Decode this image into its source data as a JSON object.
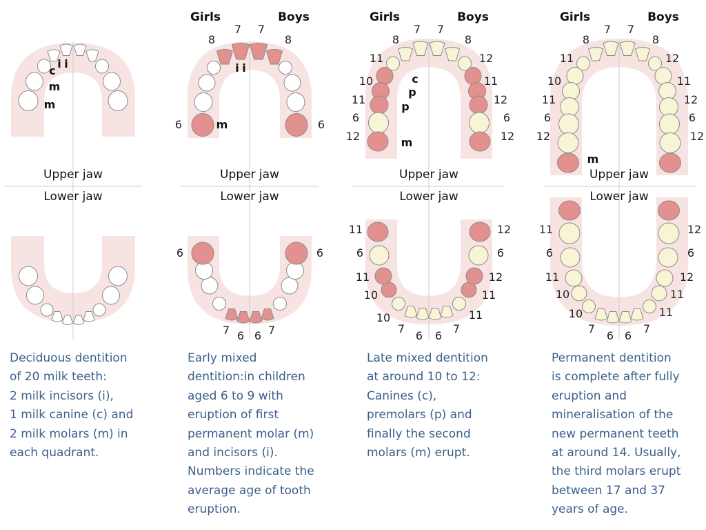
{
  "colors": {
    "tooth_white": "#ffffff",
    "tooth_cream": "#f7f5d6",
    "tooth_red": "#e3918f",
    "gum": "#f7e4e2",
    "outline": "#8a8a8a",
    "axis_line": "#cccccc",
    "description_text": "#3b5f8a"
  },
  "labels": {
    "girls": "Girls",
    "boys": "Boys",
    "upper_jaw": "Upper jaw",
    "lower_jaw": "Lower jaw"
  },
  "panels": [
    {
      "id": "deciduous",
      "show_headers": false,
      "upper_ages": [],
      "lower_ages": [],
      "tooth_letters": [
        "i",
        "i",
        "c",
        "m",
        "m"
      ],
      "description": [
        "Deciduous dentition",
        "of 20 milk teeth:",
        "2 milk incisors (i),",
        "1 milk canine (c) and",
        "2 milk molars (m) in",
        "each quadrant."
      ]
    },
    {
      "id": "early-mixed",
      "show_headers": true,
      "upper_ages": [
        "8",
        "7",
        "7",
        "8",
        "6",
        "6"
      ],
      "lower_ages": [
        "6",
        "6",
        "7",
        "6",
        "6",
        "7"
      ],
      "tooth_letters": [
        "i",
        "i",
        "m"
      ],
      "description": [
        "Early mixed",
        "dentition:in children",
        "aged 6 to 9 with",
        "eruption of first",
        "permanent molar (m)",
        "and incisors (i).",
        "Numbers indicate the",
        "average age of tooth",
        "eruption."
      ]
    },
    {
      "id": "late-mixed",
      "show_headers": true,
      "upper_ages": [
        "8",
        "7",
        "7",
        "8",
        "11",
        "12",
        "10",
        "11",
        "11",
        "12",
        "6",
        "6",
        "12",
        "12"
      ],
      "lower_ages": [
        "11",
        "12",
        "6",
        "6",
        "11",
        "12",
        "10",
        "11",
        "10",
        "11",
        "7",
        "6",
        "6",
        "7"
      ],
      "tooth_letters": [
        "c",
        "p",
        "p",
        "m"
      ],
      "description": [
        "Late mixed dentition",
        "at around 10 to 12:",
        "Canines (c),",
        "premolars (p) and",
        "finally the second",
        "molars (m) erupt."
      ]
    },
    {
      "id": "permanent",
      "show_headers": true,
      "upper_ages": [
        "8",
        "7",
        "7",
        "8",
        "11",
        "12",
        "10",
        "11",
        "11",
        "12",
        "6",
        "6",
        "12",
        "12"
      ],
      "lower_ages": [
        "11",
        "12",
        "6",
        "6",
        "11",
        "12",
        "10",
        "11",
        "10",
        "11",
        "7",
        "6",
        "6",
        "7"
      ],
      "tooth_letters": [
        "m"
      ],
      "description": [
        "Permanent dentition",
        "is complete after fully",
        "eruption and",
        "mineralisation of the",
        "new permanent teeth",
        "at around 14. Usually,",
        "the third molars erupt",
        "between 17 and 37",
        "years of age."
      ]
    }
  ]
}
